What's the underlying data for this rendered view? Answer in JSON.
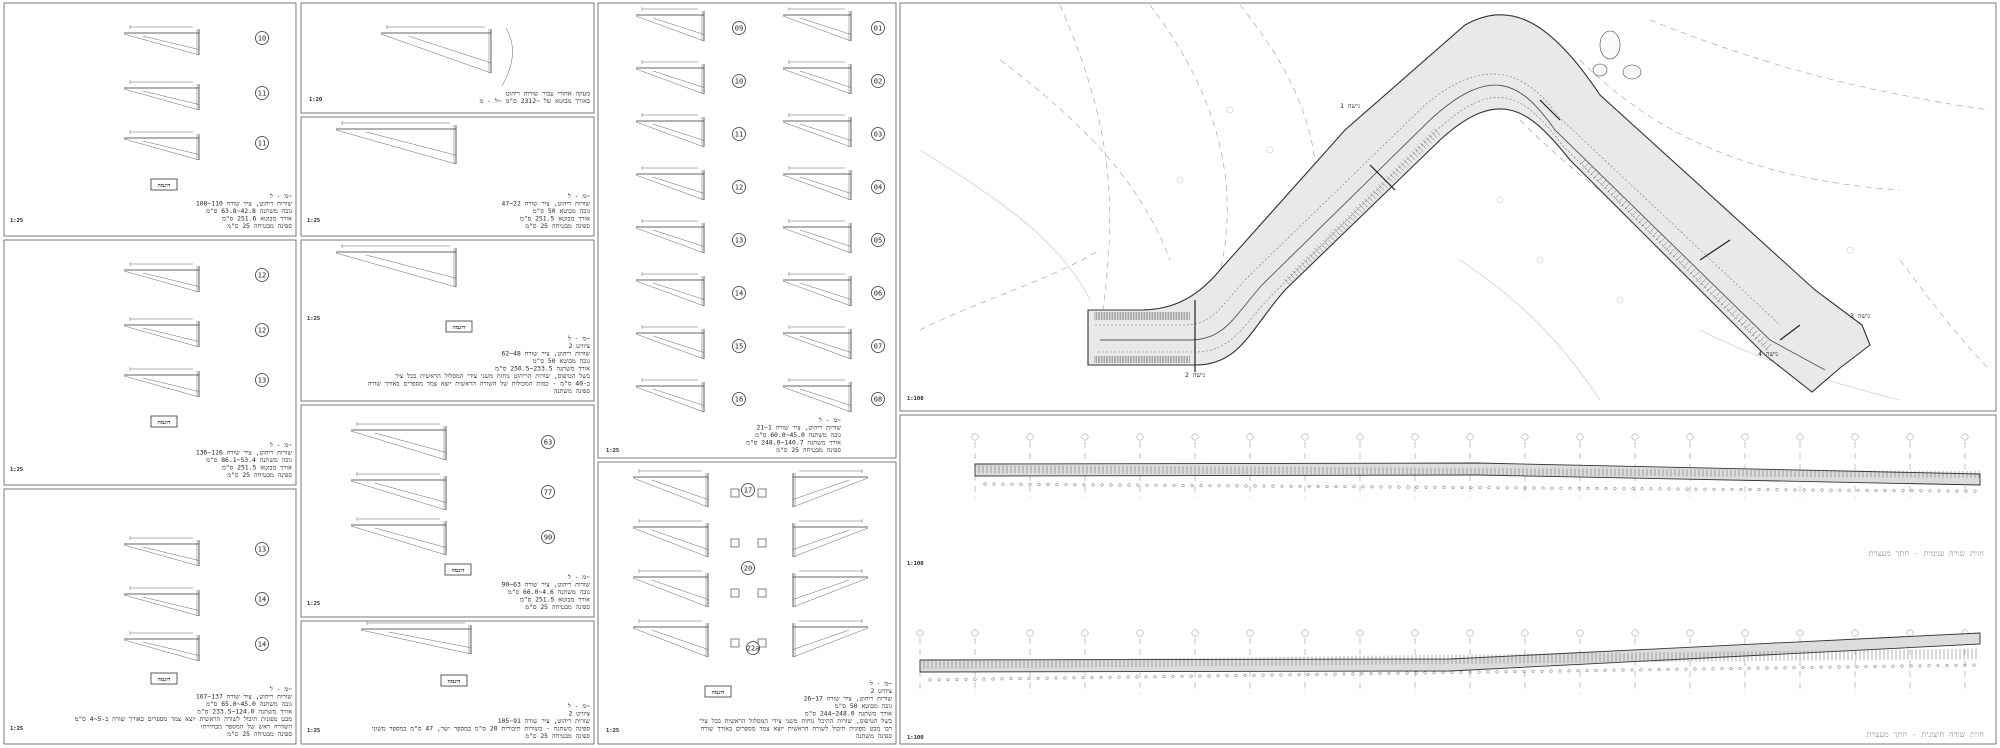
{
  "sheet": {
    "scale_plan": "1:100",
    "scale_detail": "1:25",
    "scale_rail": "1:20"
  },
  "stamp_label": "דוגמה",
  "rail_note_lines": [
    "מעקה אחורי עבור שורות ריהוט",
    "באורך מבוטא של ~2312 ס\"מ  ~ל - מ"
  ],
  "detail_panels": [
    {
      "numbers": [
        "10",
        "11",
        "11"
      ],
      "stamp": true,
      "notes": [
        "מ - ל~",
        "שורות ריהוט, ציר שורה 110~108",
        "גובה משתנה 42.8~63.8 ס\"מ",
        "אורך מבוטא 251.6 ס\"מ",
        "ספינה מבטיחה 25 ס\"מ"
      ]
    },
    {
      "numbers": [
        "12",
        "12",
        "13"
      ],
      "stamp": true,
      "notes": [
        "מ - ל~",
        "שורות ריהוט, ציר שורה 126~136",
        "גובה משתנה 53.4~86.1 ס\"מ",
        "אורך מבוטא 251.5 ס\"מ",
        "ספינה מבטיחה 25 ס\"מ"
      ]
    },
    {
      "numbers": [
        "13",
        "14",
        "14"
      ],
      "stamp": true,
      "notes": [
        "מ - ל~",
        "שורות ריהוט, ציר שורה 137~167",
        "גובה משתנה 45.0~65.0 ס\"מ",
        "אורך משתנה 124.0~233.5 ס\"מ",
        "מבט מפונית תיבול לשורה הראשית יוצא צמד מספרים באורך שורה ב-5~4 ס\"מ",
        "השדרה ראש של המספר מבחירתו",
        "ספינה מבטיחה 25 ס\"מ"
      ]
    },
    {
      "numbers": [],
      "stamp": false,
      "notes": []
    },
    {
      "numbers": [],
      "stamp": false,
      "notes": [
        "מ - ל~",
        "שורות ריהוט, ציר שורה 22~47",
        "גובה מבוטא 50 ס\"מ",
        "אורך מבוטא 251.5 ס\"מ",
        "ספינה מבטיחה 25 ס\"מ"
      ]
    },
    {
      "numbers": [],
      "stamp": true,
      "notes": [
        "מ - ל~",
        "ציוויט 2",
        "שורות ריהוט, ציר שורה 48~62",
        "גובה מבוטא 50 ס\"מ",
        "אורך משתנה 233.5~250.5 ס\"מ",
        "בשל הטיפוס, שורות הריהוט נוחות משני צידי המסלול הראשית בכל ציר",
        "ב-40 ס\"מ - כמות המכולות של השורה הראשית יוצא צמד מספרים באורך שורה",
        "ספינה משתנה"
      ]
    },
    {
      "numbers": [
        "63",
        "77",
        "90"
      ],
      "stamp": true,
      "notes": [
        "מ - ל~",
        "שורות ריהוט, ציר שורה 63~90",
        "גובה משתנה 4.6~66.0 ס\"מ",
        "אורך מבוטא 251.5 ס\"מ",
        "ספינה מבטיחה 25 ס\"מ"
      ]
    },
    {
      "numbers": [],
      "stamp": true,
      "notes": [
        "מ - ל~",
        "ציוויט 2",
        "שורות ריהוט, ציר שורה 91~105",
        "ספינה משתנה - בשורות תיבורית 20 ס\"מ במספר ישר, 47 ס\"מ במספר משוני",
        "ספינה מבטיחה 25 ס\"מ"
      ]
    },
    {
      "numbers": [],
      "stamp": false,
      "notes": [
        "מ - ל~",
        "שורות ריהוט, ציר שורה 1~21",
        "גובה משתנה 45.0~60.0 ס\"מ",
        "אורך משתנה 140.7~248.0 ס\"מ",
        "ספינה מבטיחה 25 ס\"מ"
      ]
    },
    {
      "numbers": [
        "17",
        "20",
        "22a"
      ],
      "stamp": true,
      "notes": [
        "מ - ל~",
        "ציוויט 2",
        "שורות ריהוט, ציר שורה 17~26",
        "גובה מבוטא 50 ס\"מ",
        "אורך משתנה 248.0~244 ס\"מ",
        "בשל הטיפוס, שורות ההיכל נוחות משני צידי המסלול הראשית בכל ציר",
        "רבו מבט מפונית תיבול לשורה הראשית יוצא צמד מספרים באורך שורה",
        "ספינה משתנה"
      ]
    }
  ],
  "grid_numbers_right": [
    "01",
    "02",
    "03",
    "04",
    "05",
    "06",
    "07",
    "08"
  ],
  "grid_numbers_left": [
    "09",
    "10",
    "11",
    "12",
    "13",
    "14",
    "15",
    "16"
  ],
  "plan": {
    "area_labels": [
      "גישה 1",
      "גישה 2",
      "גישה 3",
      "גישה 4"
    ]
  },
  "elevations": {
    "title_top": "חזית שורה פנימית - חתך מעצרת",
    "title_bottom": "חזית שורה חיצונית - חתך מעצרת"
  }
}
